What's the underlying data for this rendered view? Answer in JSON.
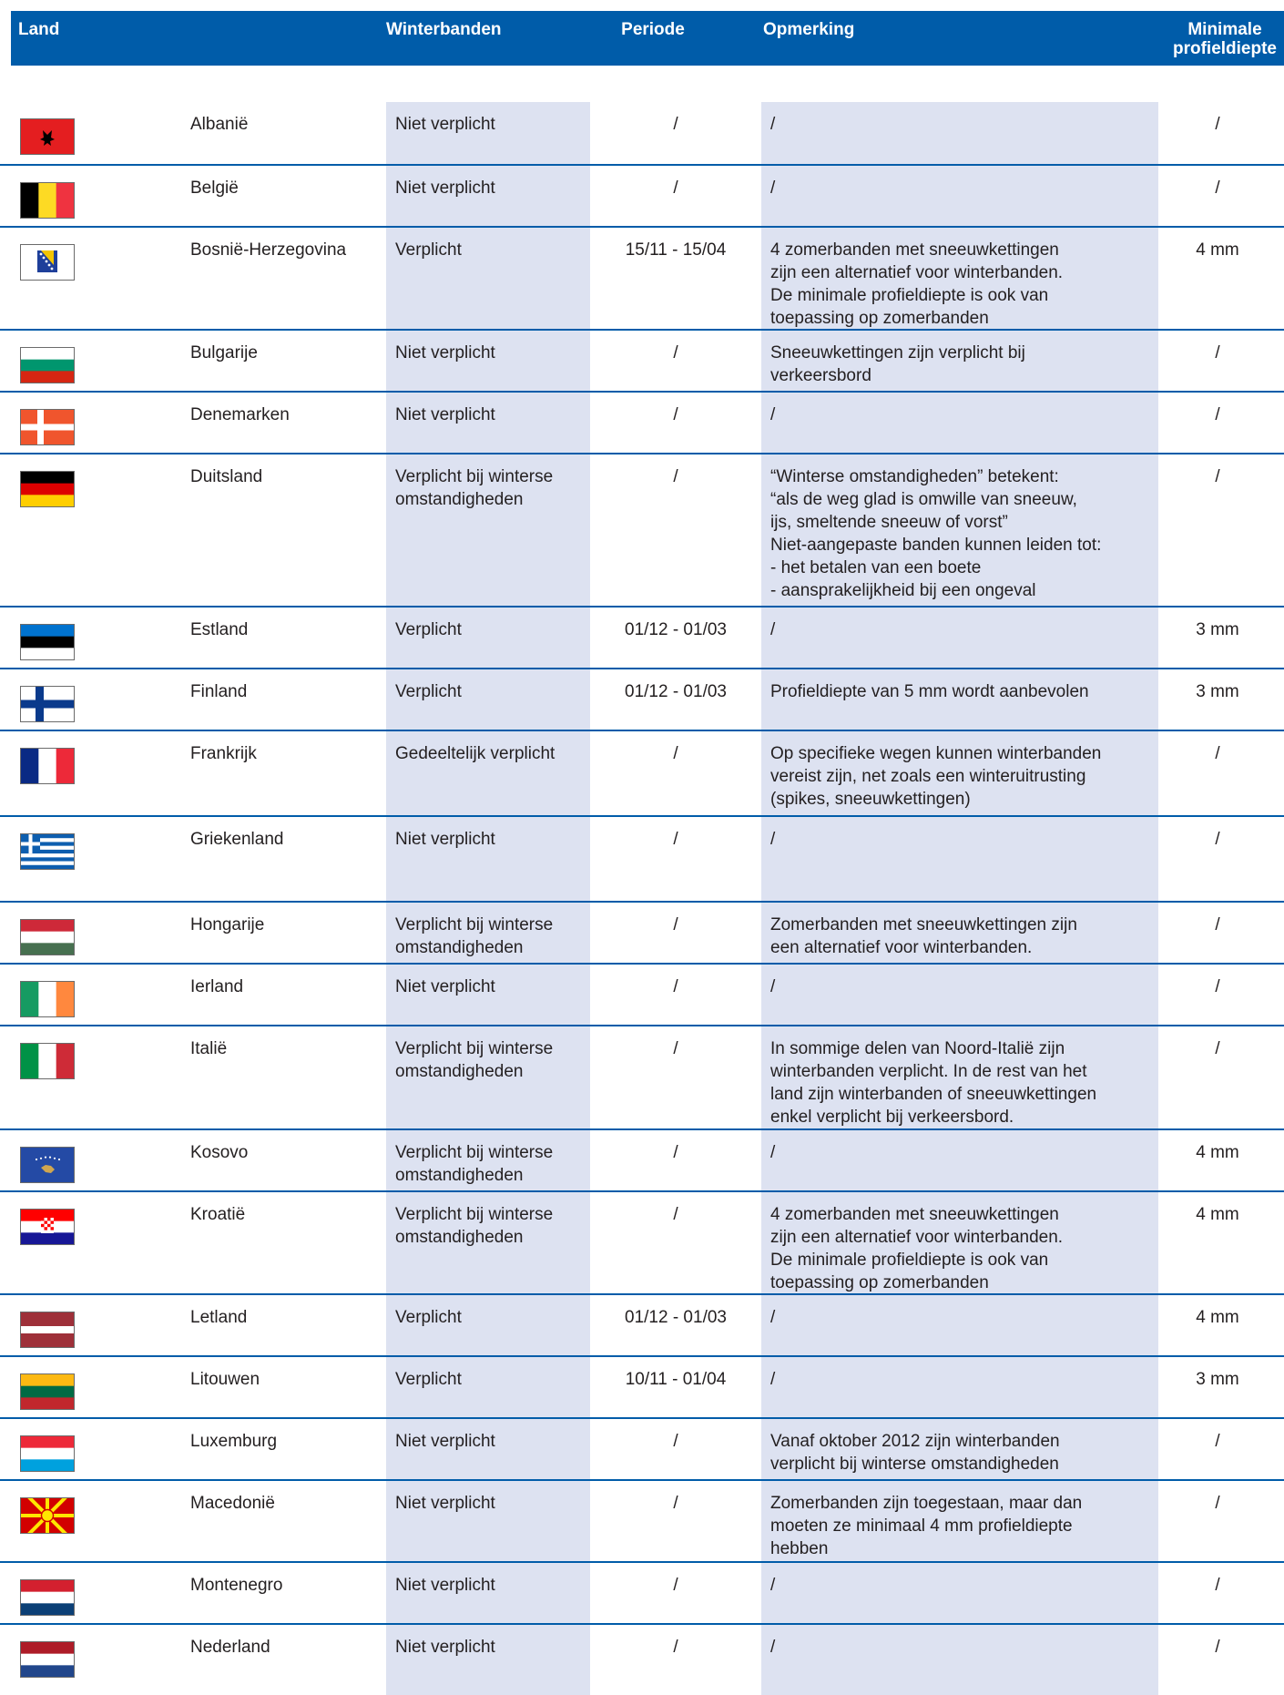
{
  "header": {
    "land": "Land",
    "winterbanden": "Winterbanden",
    "periode": "Periode",
    "opmerking": "Opmerking",
    "profieldiepte_1": "Minimale",
    "profieldiepte_2": "profieldiepte"
  },
  "rows": [
    {
      "country": "Albanië",
      "flag": "albania-flag",
      "winter": "Niet verplicht",
      "period": "/",
      "remark": "/",
      "depth": "/"
    },
    {
      "country": "België",
      "flag": "belgium-flag",
      "winter": "Niet verplicht",
      "period": "/",
      "remark": "/",
      "depth": "/"
    },
    {
      "country": "Bosnië-Herzegovina",
      "flag": "bosnia-flag",
      "winter": "Verplicht",
      "period": "15/11 - 15/04",
      "remark": "4 zomerbanden met sneeuwkettingen\nzijn een alternatief voor winterbanden.\nDe minimale profieldiepte is ook van\ntoepassing op zomerbanden",
      "depth": "4 mm"
    },
    {
      "country": "Bulgarije",
      "flag": "bulgaria-flag",
      "winter": "Niet verplicht",
      "period": "/",
      "remark": "Sneeuwkettingen zijn verplicht bij\nverkeersbord",
      "depth": "/"
    },
    {
      "country": "Denemarken",
      "flag": "denmark-flag",
      "winter": "Niet verplicht",
      "period": "/",
      "remark": "/",
      "depth": "/"
    },
    {
      "country": "Duitsland",
      "flag": "germany-flag",
      "winter": "Verplicht bij winterse\nomstandigheden",
      "period": "/",
      "remark": "“Winterse omstandigheden” betekent:\n“als de weg glad is omwille van sneeuw,\nijs, smeltende sneeuw of vorst”\nNiet-aangepaste banden kunnen leiden tot:\n- het betalen van een boete\n- aansprakelijkheid bij een ongeval",
      "depth": "/"
    },
    {
      "country": "Estland",
      "flag": "estonia-flag",
      "winter": "Verplicht",
      "period": "01/12 - 01/03",
      "remark": "/",
      "depth": "3 mm"
    },
    {
      "country": "Finland",
      "flag": "finland-flag",
      "winter": "Verplicht",
      "period": "01/12 - 01/03",
      "remark": "Profieldiepte van 5 mm wordt aanbevolen",
      "depth": "3 mm"
    },
    {
      "country": "Frankrijk",
      "flag": "france-flag",
      "winter": "Gedeeltelijk verplicht",
      "period": "/",
      "remark": "Op specifieke wegen kunnen winterbanden\nvereist zijn, net zoals een winteruitrusting\n(spikes, sneeuwkettingen)",
      "depth": "/"
    },
    {
      "country": "Griekenland",
      "flag": "greece-flag",
      "winter": "Niet verplicht",
      "period": "/",
      "remark": "/",
      "depth": "/"
    },
    {
      "country": "Hongarije",
      "flag": "hungary-flag",
      "winter": "Verplicht bij winterse\nomstandigheden",
      "period": "/",
      "remark": "Zomerbanden met sneeuwkettingen zijn\neen alternatief voor winterbanden.",
      "depth": "/"
    },
    {
      "country": "Ierland",
      "flag": "ireland-flag",
      "winter": "Niet verplicht",
      "period": "/",
      "remark": "/",
      "depth": "/"
    },
    {
      "country": "Italië",
      "flag": "italy-flag",
      "winter": "Verplicht bij winterse\nomstandigheden",
      "period": "/",
      "remark": "In sommige delen van Noord-Italië zijn\nwinterbanden verplicht. In de rest van het\nland zijn winterbanden of sneeuwkettingen\nenkel verplicht bij verkeersbord.",
      "depth": "/"
    },
    {
      "country": "Kosovo",
      "flag": "kosovo-flag",
      "winter": "Verplicht bij winterse\nomstandigheden",
      "period": "/",
      "remark": "/",
      "depth": "4 mm"
    },
    {
      "country": "Kroatië",
      "flag": "croatia-flag",
      "winter": "Verplicht bij winterse\nomstandigheden",
      "period": "/",
      "remark": "4 zomerbanden met sneeuwkettingen\nzijn een alternatief voor winterbanden.\nDe minimale profieldiepte is ook van\ntoepassing op zomerbanden",
      "depth": "4 mm"
    },
    {
      "country": "Letland",
      "flag": "latvia-flag",
      "winter": "Verplicht",
      "period": "01/12 - 01/03",
      "remark": "/",
      "depth": "4 mm"
    },
    {
      "country": "Litouwen",
      "flag": "lithuania-flag",
      "winter": "Verplicht",
      "period": "10/11 - 01/04",
      "remark": "/",
      "depth": "3 mm"
    },
    {
      "country": "Luxemburg",
      "flag": "luxembourg-flag",
      "winter": "Niet verplicht",
      "period": "/",
      "remark": "Vanaf oktober 2012 zijn winterbanden\nverplicht bij winterse omstandigheden",
      "depth": "/"
    },
    {
      "country": "Macedonië",
      "flag": "macedonia-flag",
      "winter": "Niet verplicht",
      "period": "/",
      "remark": "Zomerbanden zijn toegestaan, maar dan\nmoeten ze minimaal 4 mm profieldiepte\nhebben",
      "depth": "/"
    },
    {
      "country": "Montenegro",
      "flag": "montenegro-flag",
      "winter": "Niet verplicht",
      "period": "/",
      "remark": "/",
      "depth": "/"
    },
    {
      "country": "Nederland",
      "flag": "netherlands-flag",
      "winter": "Niet verplicht",
      "period": "/",
      "remark": "/",
      "depth": "/"
    }
  ]
}
